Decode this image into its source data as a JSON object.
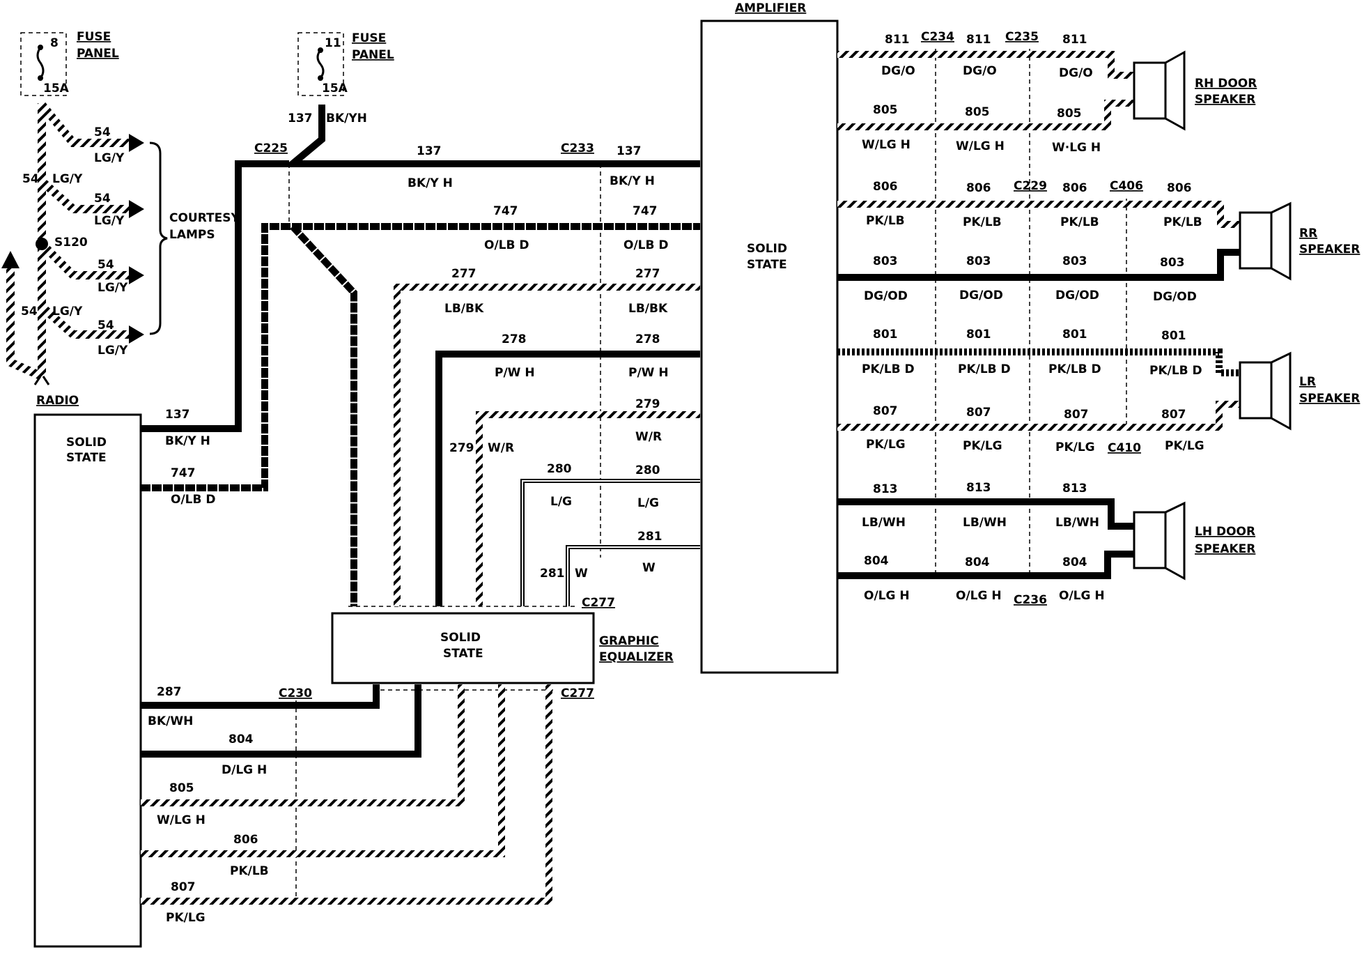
{
  "components": {
    "radio": {
      "title": "RADIO",
      "line1": "SOLID",
      "line2": "STATE"
    },
    "amplifier": {
      "title": "AMPLIFIER",
      "line1": "SOLID",
      "line2": "STATE"
    },
    "equalizer": {
      "line1": "SOLID",
      "line2": "STATE",
      "title1": "GRAPHIC",
      "title2": "EQUALIZER"
    },
    "fuse1": {
      "title1": "FUSE",
      "title2": "PANEL",
      "num": "8",
      "rating": "15A"
    },
    "fuse2": {
      "title1": "FUSE",
      "title2": "PANEL",
      "num": "11",
      "rating": "15A"
    },
    "courtesy": {
      "line1": "COURTESY",
      "line2": "LAMPS"
    },
    "splice": "S120",
    "rh_door": {
      "line1": "RH DOOR",
      "line2": "SPEAKER"
    },
    "rr": {
      "line1": "RR",
      "line2": "SPEAKER"
    },
    "lr": {
      "line1": "LR",
      "line2": "SPEAKER"
    },
    "lh_door": {
      "line1": "LH DOOR",
      "line2": "SPEAKER"
    }
  },
  "connectors": {
    "c225": "C225",
    "c233": "C233",
    "c234": "C234",
    "c235": "C235",
    "c229": "C229",
    "c406": "C406",
    "c410": "C410",
    "c236": "C236",
    "c230": "C230",
    "c277a": "C277",
    "c277b": "C277"
  },
  "lamp": {
    "c54": "54",
    "lgy": "LG/Y"
  },
  "wires": {
    "w137": {
      "c": "137",
      "col": "BK/Y H",
      "col2": "BK/YH"
    },
    "w747": {
      "c": "747",
      "col": "O/LB D"
    },
    "w277": {
      "c": "277",
      "col": "LB/BK"
    },
    "w278": {
      "c": "278",
      "col": "P/W H"
    },
    "w279": {
      "c": "279",
      "col": "W/R"
    },
    "w280": {
      "c": "280",
      "col": "L/G"
    },
    "w281": {
      "c": "281",
      "col": "W"
    },
    "w287": {
      "c": "287",
      "col": "BK/WH"
    },
    "w804": {
      "c": "804",
      "col": "O/LG H"
    },
    "w804b": {
      "col": "D/LG H"
    },
    "w805": {
      "c": "805",
      "col": "W/LG H",
      "col2": "W·LG H"
    },
    "w806": {
      "c": "806",
      "col": "PK/LB"
    },
    "w807": {
      "c": "807",
      "col": "PK/LG"
    },
    "w811": {
      "c": "811",
      "col": "DG/O"
    },
    "w803": {
      "c": "803",
      "col": "DG/OD"
    },
    "w801": {
      "c": "801",
      "col": "PK/LB D",
      "col2": "PK/LB  D"
    },
    "w813": {
      "c": "813",
      "col": "LB/WH"
    }
  }
}
